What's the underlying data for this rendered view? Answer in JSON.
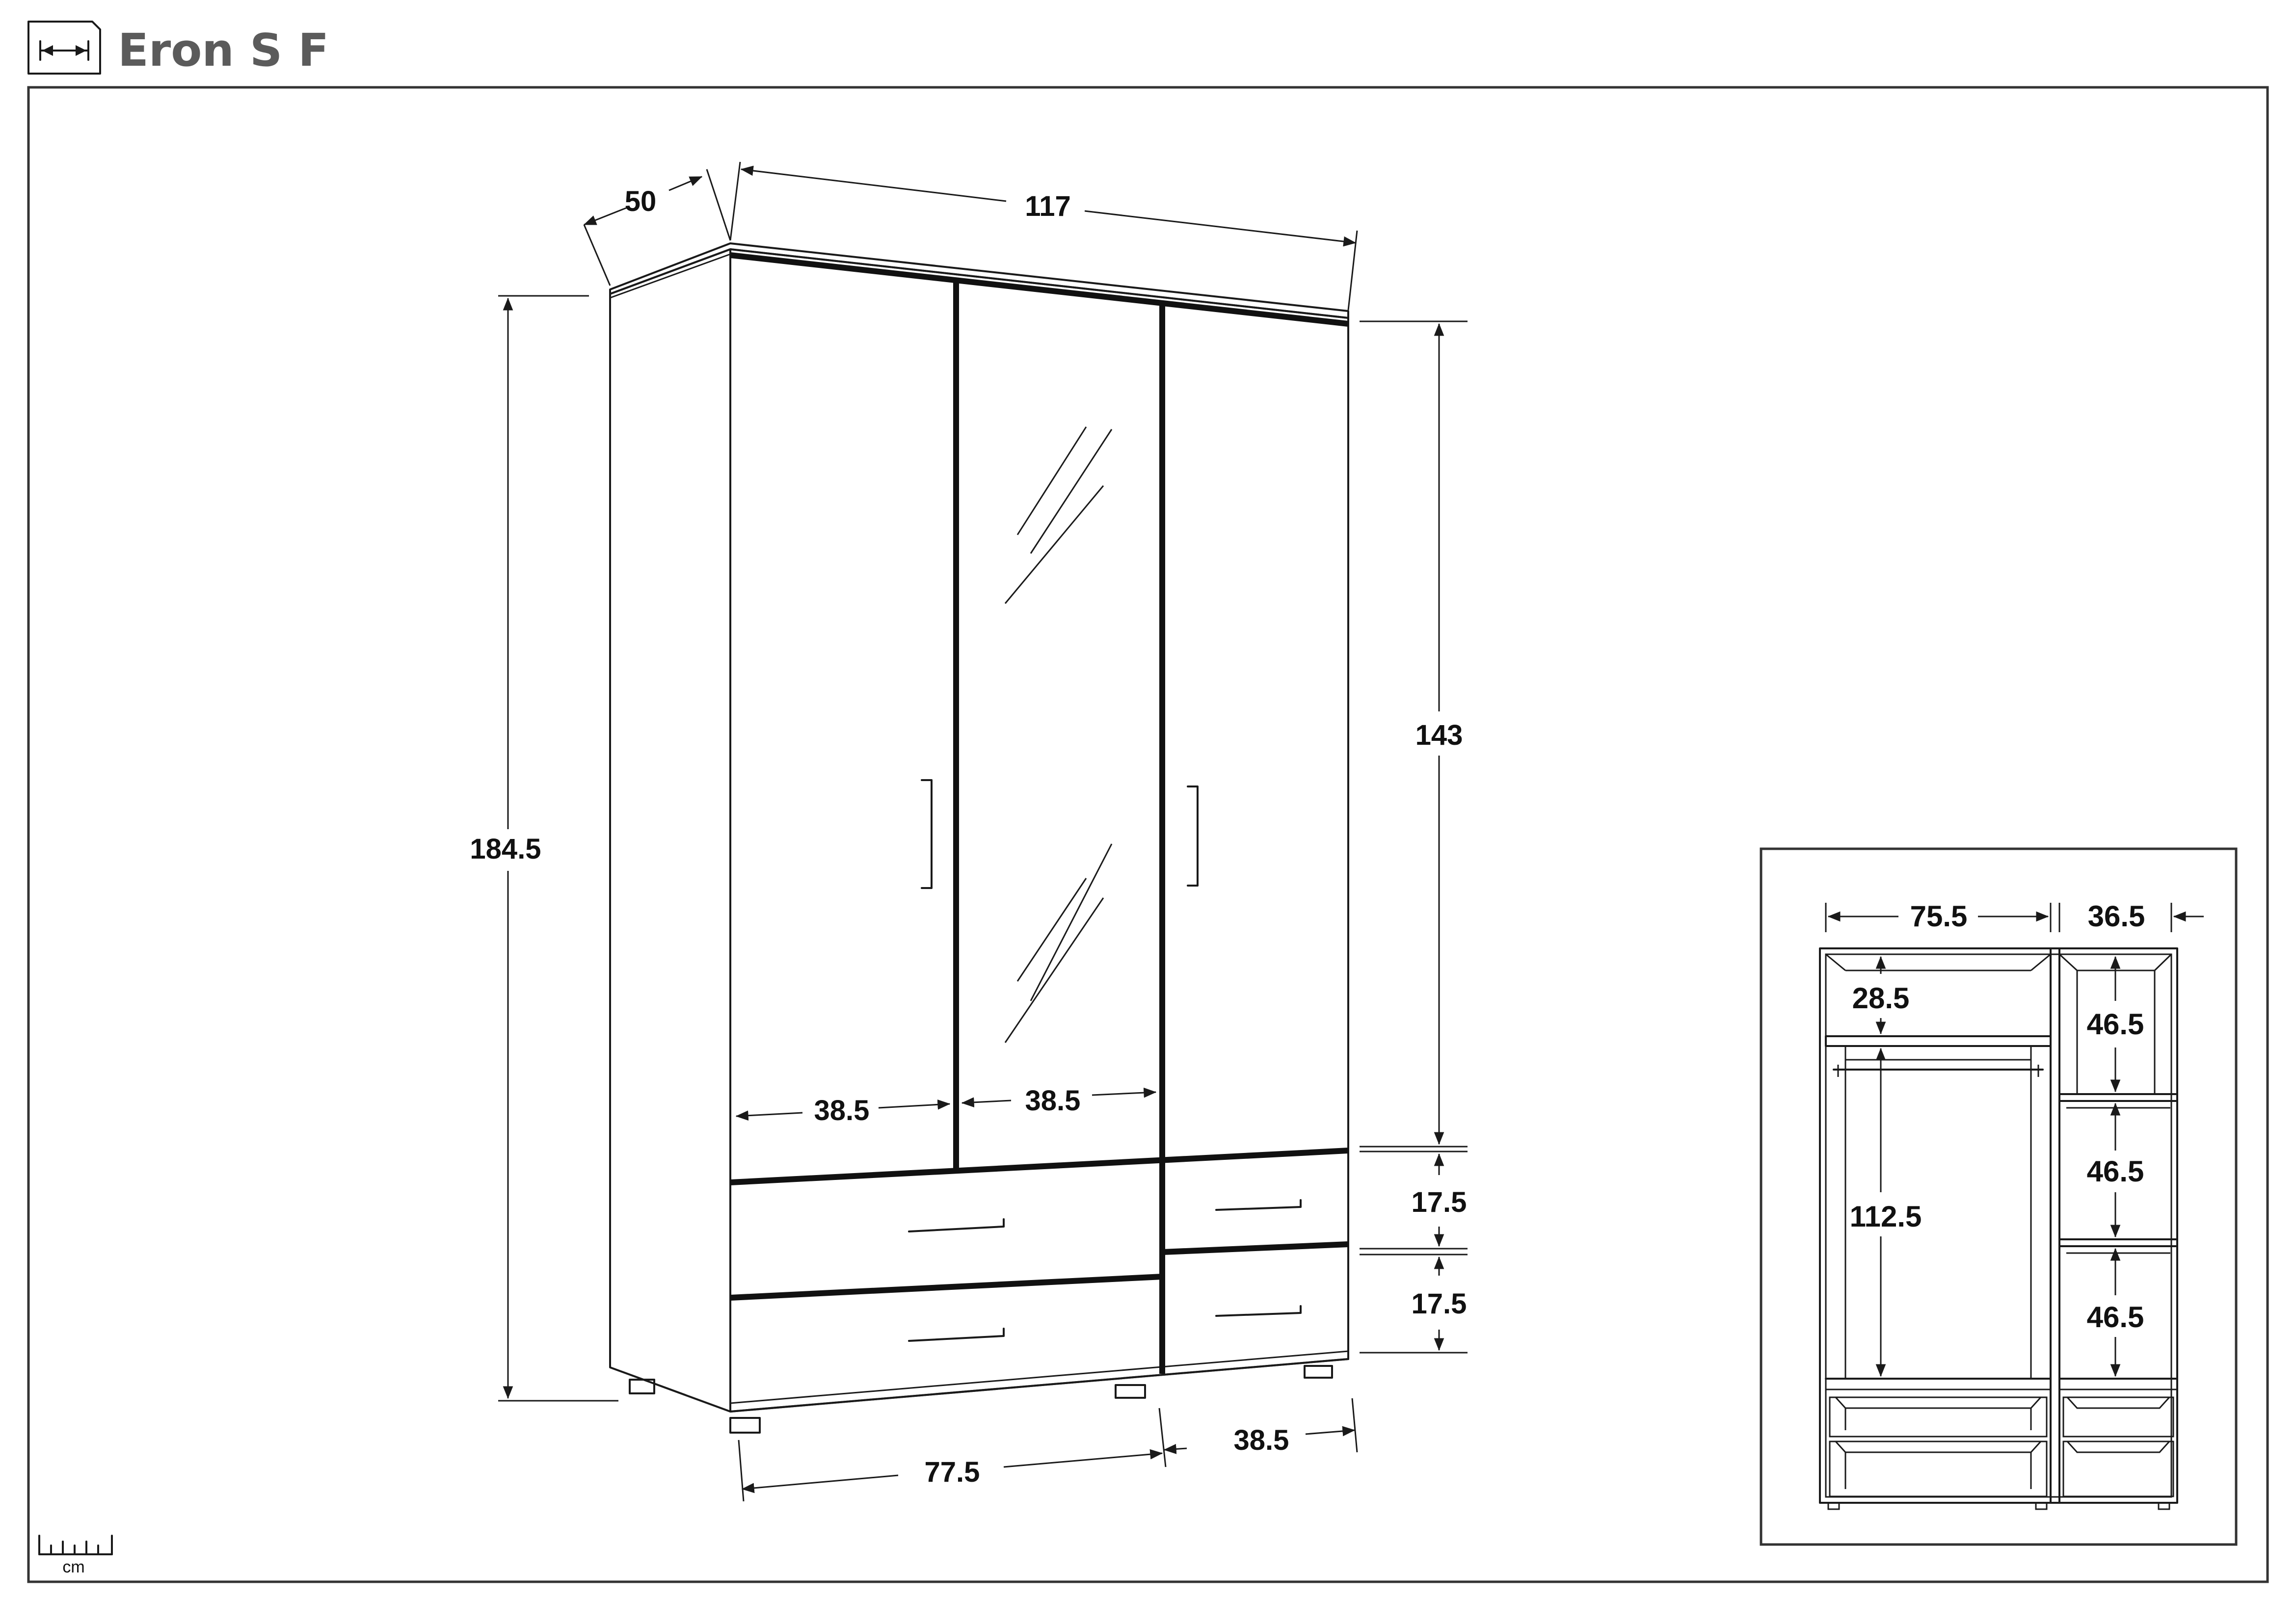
{
  "title": "Eron S F",
  "icons": {
    "header": "dimensions-icon",
    "scale": "ruler-cm-icon"
  },
  "scale_unit": "cm",
  "main_view": {
    "depth": "50",
    "width": "117",
    "height": "184.5",
    "door_height": "143",
    "door_width_left": "38.5",
    "door_width_middle": "38.5",
    "drawer_height_top": "17.5",
    "drawer_height_bottom": "17.5",
    "drawer_width_left": "77.5",
    "drawer_width_right": "38.5"
  },
  "interior_view": {
    "left_width": "75.5",
    "right_width": "36.5",
    "top_shelf_height": "28.5",
    "hanging_height": "112.5",
    "shelf_heights": [
      "46.5",
      "46.5",
      "46.5"
    ]
  }
}
